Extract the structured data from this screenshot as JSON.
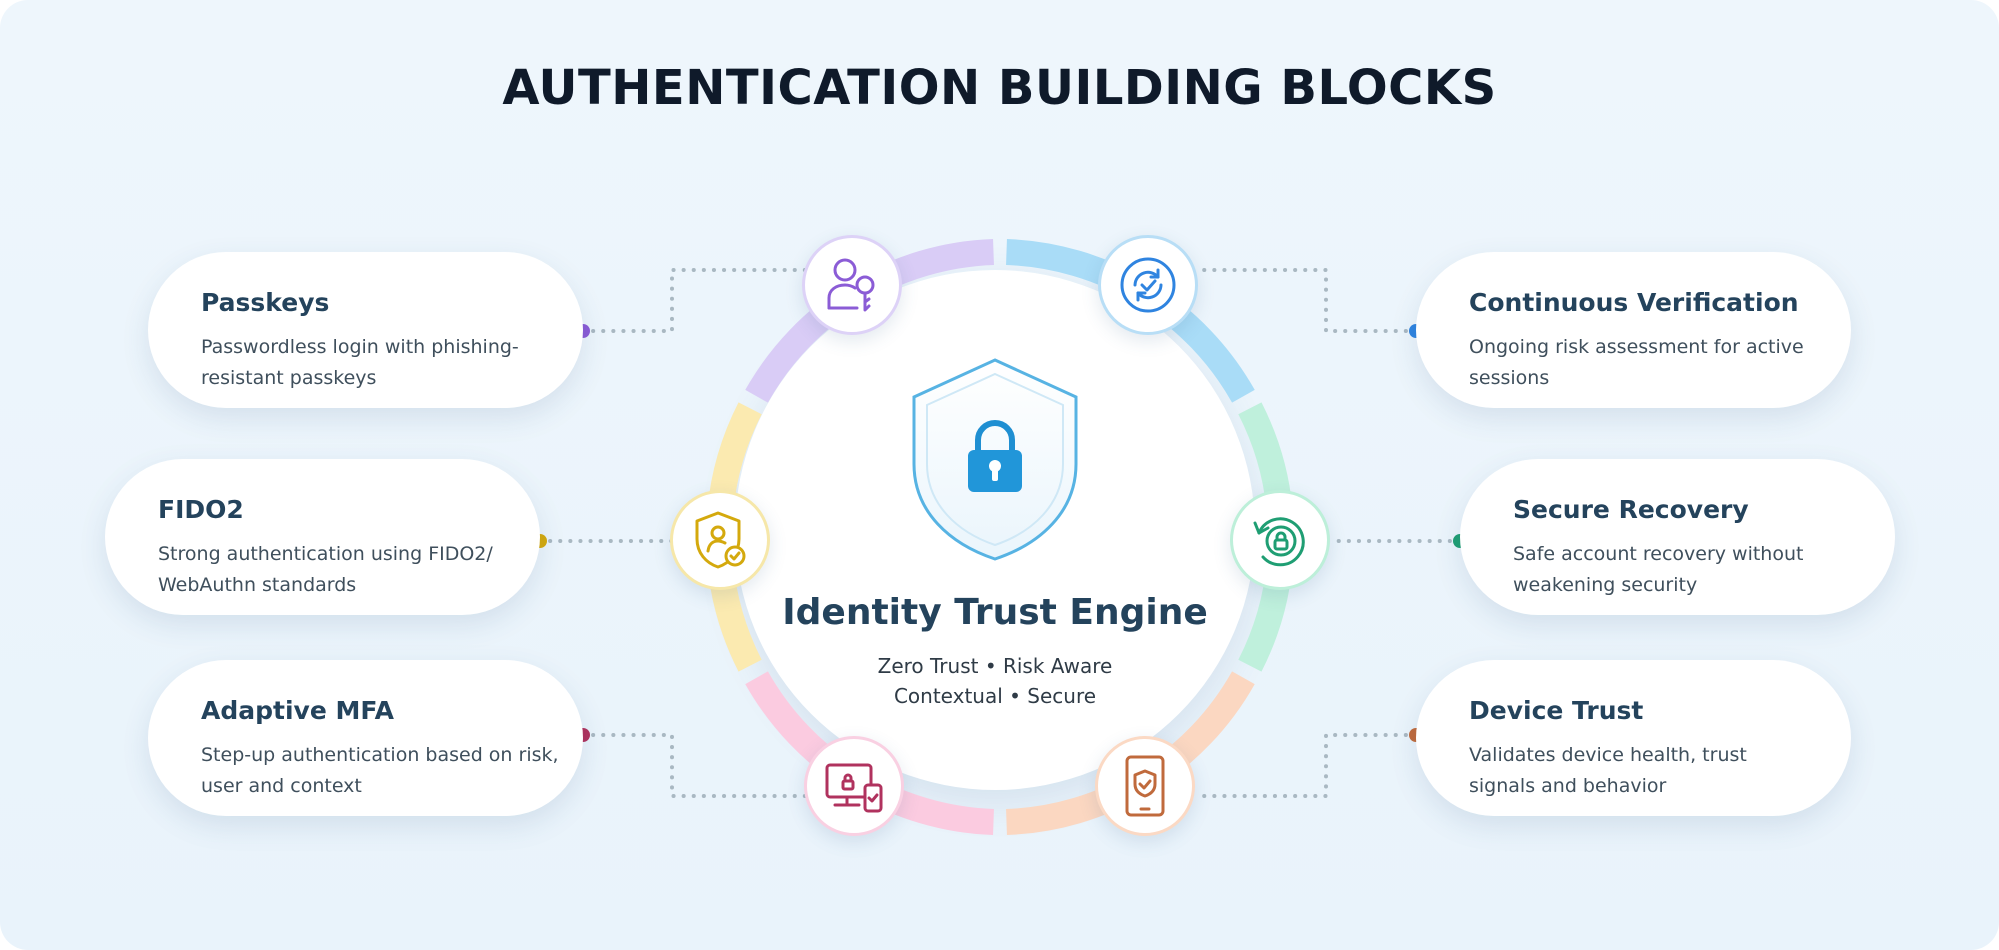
{
  "title": "AUTHENTICATION BUILDING BLOCKS",
  "center": {
    "title": "Identity Trust Engine",
    "tagline_line1": "Zero Trust • Risk Aware",
    "tagline_line2": "Contextual • Secure",
    "icon": "shield-lock-icon"
  },
  "blocks": [
    {
      "title": "Passkeys",
      "desc_line1": "Passwordless login with phishing-",
      "desc_line2": "resistant passkeys",
      "icon": "user-key-icon",
      "color": "#8b5cd6"
    },
    {
      "title": "FIDO2",
      "desc_line1": "Strong authentication using FIDO2/",
      "desc_line2": "WebAuthn standards",
      "icon": "shield-user-check-icon",
      "color": "#d4a90d"
    },
    {
      "title": "Adaptive MFA",
      "desc_line1": "Step-up authentication based on risk,",
      "desc_line2": "user and context",
      "icon": "devices-lock-icon",
      "color": "#b0325e"
    },
    {
      "title": "Continuous Verification",
      "desc_line1": "Ongoing risk assessment for active",
      "desc_line2": "sessions",
      "icon": "refresh-check-icon",
      "color": "#2f84e0"
    },
    {
      "title": "Secure Recovery",
      "desc_line1": "Safe account recovery without",
      "desc_line2": "weakening security",
      "icon": "recovery-lock-icon",
      "color": "#1f9e73"
    },
    {
      "title": "Device Trust",
      "desc_line1": "Validates device health, trust",
      "desc_line2": "signals and behavior",
      "icon": "tablet-shield-icon",
      "color": "#c06a3c"
    }
  ],
  "ring_colors": {
    "purple": "#d9ccf6",
    "blue": "#a9dcf7",
    "green": "#bff0dc",
    "orange": "#fbd7c1",
    "pink": "#fbcbe0",
    "yellow": "#fbeab0"
  }
}
